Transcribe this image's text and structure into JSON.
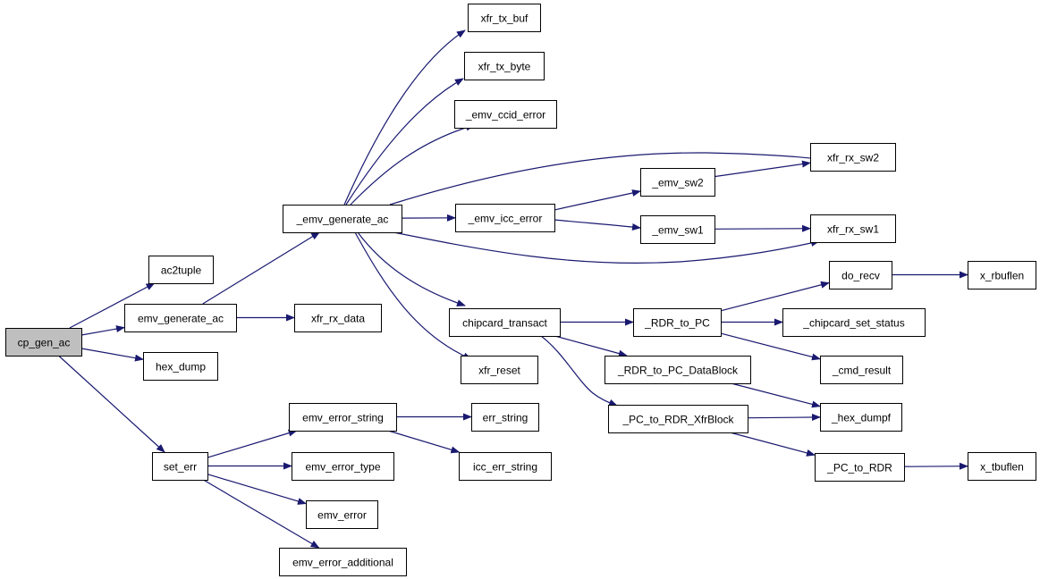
{
  "colors": {
    "edge": "#191970",
    "node_fill": "#ffffff",
    "root_fill": "#bfbfbf",
    "border": "#000000"
  },
  "nodes": [
    {
      "id": "cp_gen_ac",
      "label": "cp_gen_ac",
      "root": true
    },
    {
      "id": "ac2tuple",
      "label": "ac2tuple"
    },
    {
      "id": "emv_generate_ac",
      "label": "emv_generate_ac"
    },
    {
      "id": "hex_dump",
      "label": "hex_dump"
    },
    {
      "id": "set_err",
      "label": "set_err"
    },
    {
      "id": "_emv_generate_ac",
      "label": "_emv_generate_ac"
    },
    {
      "id": "xfr_rx_data",
      "label": "xfr_rx_data"
    },
    {
      "id": "emv_error_string",
      "label": "emv_error_string"
    },
    {
      "id": "emv_error_type",
      "label": "emv_error_type"
    },
    {
      "id": "emv_error",
      "label": "emv_error"
    },
    {
      "id": "emv_error_additional",
      "label": "emv_error_additional"
    },
    {
      "id": "xfr_tx_buf",
      "label": "xfr_tx_buf"
    },
    {
      "id": "xfr_tx_byte",
      "label": "xfr_tx_byte"
    },
    {
      "id": "_emv_ccid_error",
      "label": "_emv_ccid_error"
    },
    {
      "id": "_emv_icc_error",
      "label": "_emv_icc_error"
    },
    {
      "id": "chipcard_transact",
      "label": "chipcard_transact"
    },
    {
      "id": "xfr_reset",
      "label": "xfr_reset"
    },
    {
      "id": "err_string",
      "label": "err_string"
    },
    {
      "id": "icc_err_string",
      "label": "icc_err_string"
    },
    {
      "id": "_emv_sw2",
      "label": "_emv_sw2"
    },
    {
      "id": "_emv_sw1",
      "label": "_emv_sw1"
    },
    {
      "id": "_RDR_to_PC",
      "label": "_RDR_to_PC"
    },
    {
      "id": "_RDR_to_PC_DataBlock",
      "label": "_RDR_to_PC_DataBlock"
    },
    {
      "id": "_PC_to_RDR_XfrBlock",
      "label": "_PC_to_RDR_XfrBlock"
    },
    {
      "id": "xfr_rx_sw2",
      "label": "xfr_rx_sw2"
    },
    {
      "id": "xfr_rx_sw1",
      "label": "xfr_rx_sw1"
    },
    {
      "id": "do_recv",
      "label": "do_recv"
    },
    {
      "id": "_chipcard_set_status",
      "label": "_chipcard_set_status"
    },
    {
      "id": "_cmd_result",
      "label": "_cmd_result"
    },
    {
      "id": "_hex_dumpf",
      "label": "_hex_dumpf"
    },
    {
      "id": "_PC_to_RDR",
      "label": "_PC_to_RDR"
    },
    {
      "id": "x_rbuflen",
      "label": "x_rbuflen"
    },
    {
      "id": "x_tbuflen",
      "label": "x_tbuflen"
    }
  ],
  "edges": [
    {
      "from": "cp_gen_ac",
      "to": "ac2tuple"
    },
    {
      "from": "cp_gen_ac",
      "to": "emv_generate_ac"
    },
    {
      "from": "cp_gen_ac",
      "to": "hex_dump"
    },
    {
      "from": "cp_gen_ac",
      "to": "set_err"
    },
    {
      "from": "emv_generate_ac",
      "to": "_emv_generate_ac"
    },
    {
      "from": "emv_generate_ac",
      "to": "xfr_rx_data"
    },
    {
      "from": "_emv_generate_ac",
      "to": "xfr_tx_buf"
    },
    {
      "from": "_emv_generate_ac",
      "to": "xfr_tx_byte"
    },
    {
      "from": "_emv_generate_ac",
      "to": "_emv_ccid_error"
    },
    {
      "from": "_emv_generate_ac",
      "to": "xfr_rx_sw2"
    },
    {
      "from": "_emv_generate_ac",
      "to": "_emv_icc_error"
    },
    {
      "from": "_emv_generate_ac",
      "to": "xfr_rx_sw1"
    },
    {
      "from": "_emv_generate_ac",
      "to": "chipcard_transact"
    },
    {
      "from": "_emv_generate_ac",
      "to": "xfr_reset"
    },
    {
      "from": "_emv_icc_error",
      "to": "_emv_sw2"
    },
    {
      "from": "_emv_icc_error",
      "to": "_emv_sw1"
    },
    {
      "from": "_emv_sw2",
      "to": "xfr_rx_sw2"
    },
    {
      "from": "_emv_sw1",
      "to": "xfr_rx_sw1"
    },
    {
      "from": "chipcard_transact",
      "to": "_RDR_to_PC"
    },
    {
      "from": "chipcard_transact",
      "to": "_RDR_to_PC_DataBlock"
    },
    {
      "from": "chipcard_transact",
      "to": "_PC_to_RDR_XfrBlock"
    },
    {
      "from": "_RDR_to_PC",
      "to": "do_recv"
    },
    {
      "from": "_RDR_to_PC",
      "to": "_chipcard_set_status"
    },
    {
      "from": "_RDR_to_PC",
      "to": "_cmd_result"
    },
    {
      "from": "do_recv",
      "to": "x_rbuflen"
    },
    {
      "from": "_RDR_to_PC_DataBlock",
      "to": "_hex_dumpf"
    },
    {
      "from": "_PC_to_RDR_XfrBlock",
      "to": "_hex_dumpf"
    },
    {
      "from": "_PC_to_RDR_XfrBlock",
      "to": "_PC_to_RDR"
    },
    {
      "from": "_PC_to_RDR",
      "to": "x_tbuflen"
    },
    {
      "from": "set_err",
      "to": "emv_error_string"
    },
    {
      "from": "set_err",
      "to": "emv_error_type"
    },
    {
      "from": "set_err",
      "to": "emv_error"
    },
    {
      "from": "set_err",
      "to": "emv_error_additional"
    },
    {
      "from": "emv_error_string",
      "to": "err_string"
    },
    {
      "from": "emv_error_string",
      "to": "icc_err_string"
    }
  ]
}
